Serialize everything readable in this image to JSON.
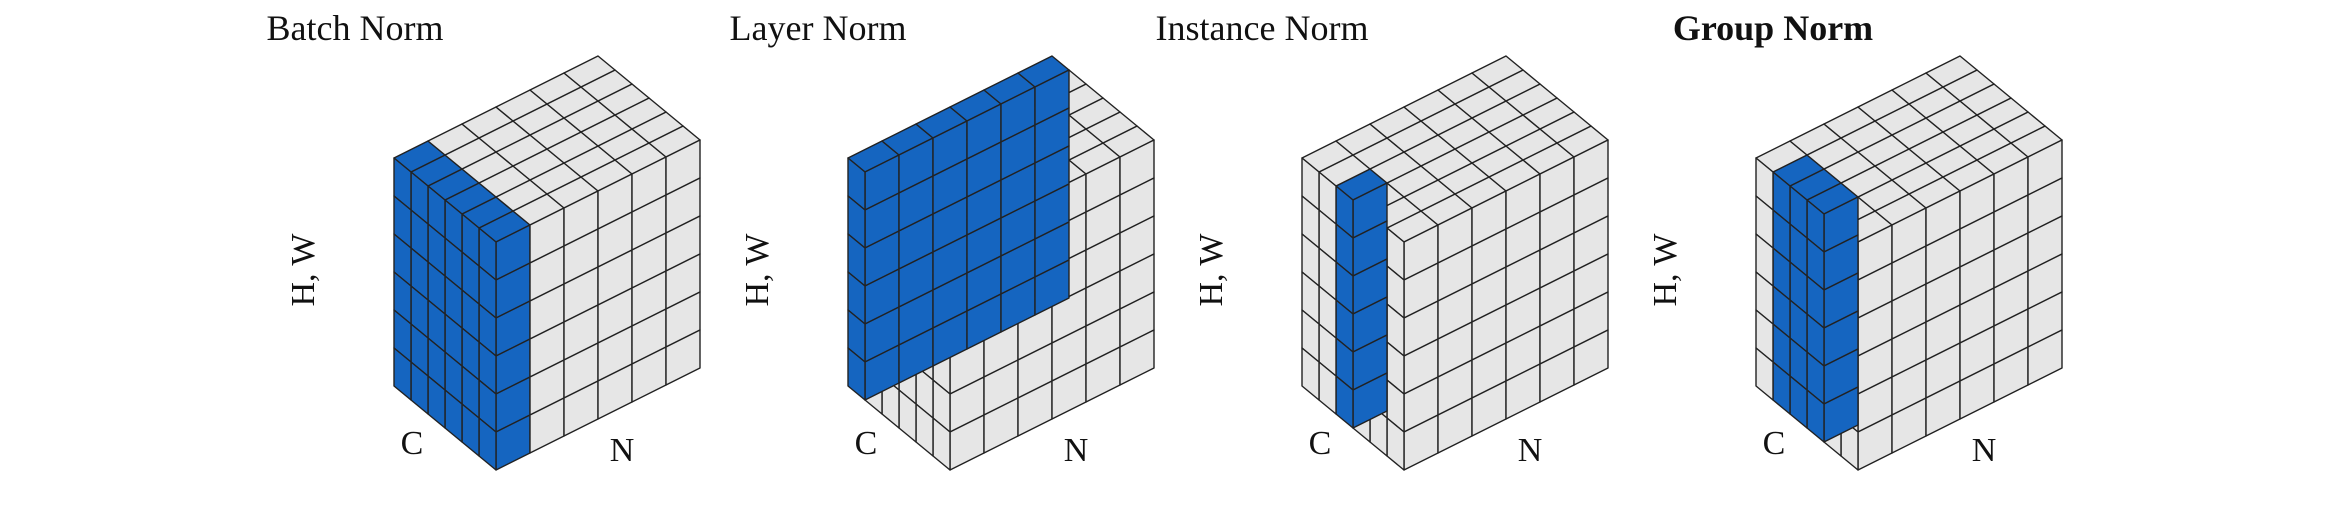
{
  "colors": {
    "highlight": "#1565c0",
    "neutral": "#e6e6e6",
    "edge": "#222222",
    "text": "#111111"
  },
  "axes": {
    "vertical": "H, W",
    "channel": "C",
    "batch": "N"
  },
  "grid": {
    "N": 6,
    "C": 6,
    "HW": 6
  },
  "panels": [
    {
      "title": "Batch Norm",
      "title_bold": false,
      "highlight": {
        "n": [
          0,
          0
        ],
        "c": [
          0,
          5
        ]
      }
    },
    {
      "title": "Layer Norm",
      "title_bold": false,
      "highlight": {
        "n": [
          0,
          5
        ],
        "c": [
          5,
          5
        ]
      }
    },
    {
      "title": "Instance Norm",
      "title_bold": false,
      "highlight": {
        "n": [
          0,
          0
        ],
        "c": [
          3,
          3
        ]
      }
    },
    {
      "title": "Group Norm",
      "title_bold": true,
      "highlight": {
        "n": [
          0,
          0
        ],
        "c": [
          2,
          4
        ]
      }
    }
  ]
}
